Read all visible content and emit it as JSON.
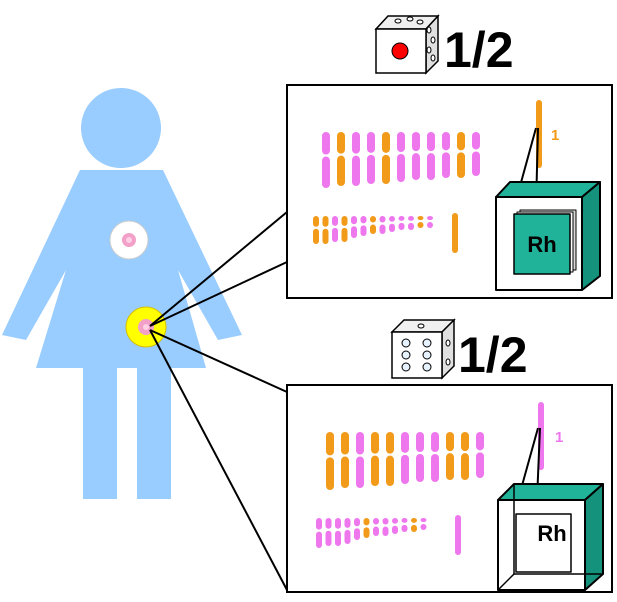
{
  "colors": {
    "body": "#99ccff",
    "pink": "#ee77ee",
    "orange": "#f29a1a",
    "green": "#20b39a",
    "green_dark": "#15927c",
    "ovary": "#ffff00"
  },
  "top_panel": {
    "probability": "1/2",
    "die_face": 1,
    "chromosome_label": "1",
    "chromosome_color": "orange",
    "gene": "Rh",
    "gene_state": "present"
  },
  "bottom_panel": {
    "probability": "1/2",
    "die_face": 6,
    "chromosome_label": "1",
    "chromosome_color": "pink",
    "gene": "Rh",
    "gene_state": "absent"
  }
}
